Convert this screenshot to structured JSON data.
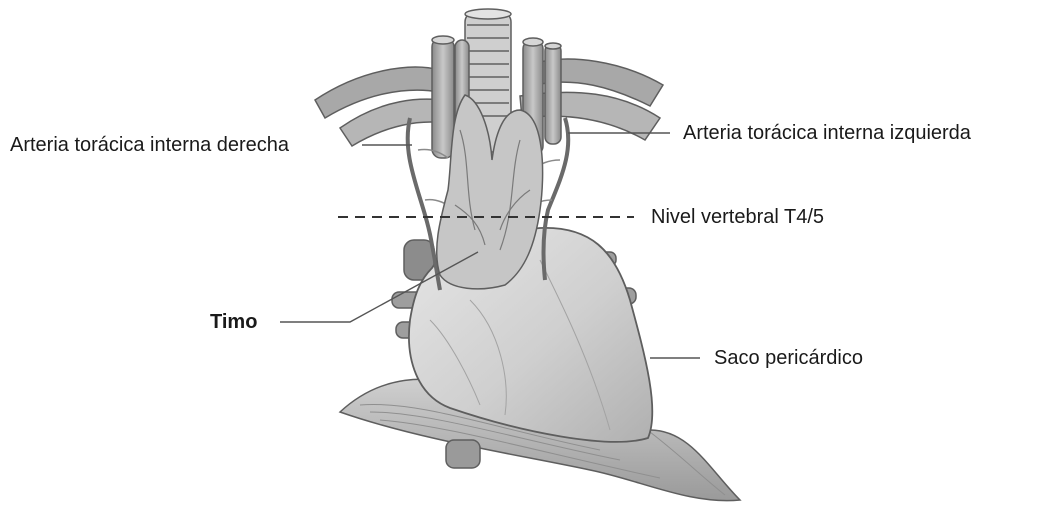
{
  "labels": {
    "right_internal_thoracic_artery": "Arteria torácica interna derecha",
    "left_internal_thoracic_artery": "Arteria torácica interna izquierda",
    "vertebral_level": "Nivel vertebral T4/5",
    "thymus": "Timo",
    "pericardial_sac": "Saco pericárdico"
  },
  "colors": {
    "line": "#555555",
    "tissue_light": "#d9d9d9",
    "tissue_mid": "#b3b3b3",
    "tissue_dark": "#7a7a7a",
    "outline": "#5e5e5e"
  }
}
